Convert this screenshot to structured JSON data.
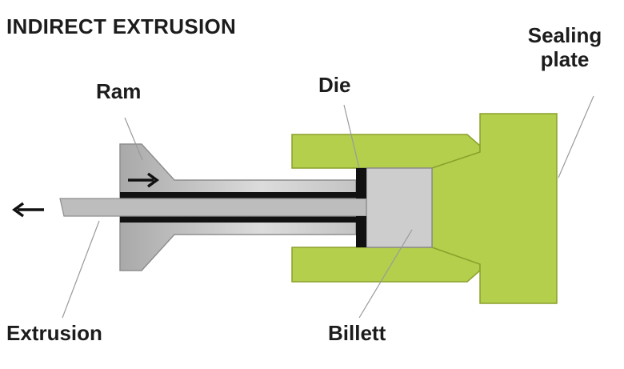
{
  "title": "INDIRECT EXTRUSION",
  "labels": {
    "ram": "Ram",
    "die": "Die",
    "sealing_plate": "Sealing plate",
    "extrusion": "Extrusion",
    "billett": "Billett"
  },
  "arrows": {
    "ram_direction": "right-arrow-icon",
    "extrusion_direction": "left-arrow-icon"
  },
  "colors": {
    "container_green": "#b3cf4c",
    "steel_gray": "#b8b8b8",
    "billet_gray": "#cdcdcd",
    "extrusion_gray": "#bdbdbd",
    "die_black": "#111111"
  }
}
